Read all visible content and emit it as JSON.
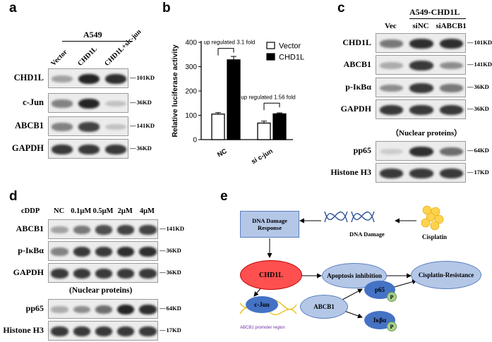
{
  "panel_a": {
    "letter": "a",
    "group": "A549",
    "columns": [
      "Vector",
      "CHD1L",
      "CHD1L+sic-jun"
    ],
    "rows": [
      {
        "label": "CHD1L",
        "kd": "101KD",
        "intensity": [
          0.35,
          0.95,
          0.9
        ]
      },
      {
        "label": "c-Jun",
        "kd": "36KD",
        "intensity": [
          0.5,
          0.95,
          0.2
        ]
      },
      {
        "label": "ABCB1",
        "kd": "141KD",
        "intensity": [
          0.5,
          0.8,
          0.2
        ]
      },
      {
        "label": "GAPDH",
        "kd": "36KD",
        "intensity": [
          0.85,
          0.85,
          0.85
        ]
      }
    ]
  },
  "panel_b": {
    "letter": "b",
    "ann1": "up regulated 3.1 fold",
    "ann2": "up regulated 1.56 fold"
  },
  "chart_data": {
    "type": "bar",
    "categories": [
      "NC",
      "si c-jun"
    ],
    "series": [
      {
        "name": "Vector",
        "values": [
          105,
          68
        ],
        "errors": [
          6,
          8
        ],
        "color": "#ffffff"
      },
      {
        "name": "CHD1L",
        "values": [
          328,
          106
        ],
        "errors": [
          14,
          4
        ],
        "color": "#000000"
      }
    ],
    "ylabel": "Relative luciferase activity",
    "ylim": [
      0,
      400
    ],
    "yticks": [
      0,
      100,
      200,
      300,
      400
    ],
    "legend_position": "top-right"
  },
  "panel_c": {
    "letter": "c",
    "group": "A549-CHD1L",
    "columns": [
      "Vec",
      "siNC",
      "siABCB1"
    ],
    "nuclear_label": "（Nuclear proteins）",
    "rows": [
      {
        "label": "CHD1L",
        "kd": "101KD",
        "intensity": [
          0.55,
          0.9,
          0.9
        ]
      },
      {
        "label": "ABCB1",
        "kd": "141KD",
        "intensity": [
          0.3,
          0.85,
          0.45
        ]
      },
      {
        "label": "p-IκBα",
        "kd": "36KD",
        "intensity": [
          0.45,
          0.85,
          0.55
        ]
      },
      {
        "label": "GAPDH",
        "kd": "36KD",
        "intensity": [
          0.85,
          0.85,
          0.85
        ]
      },
      {
        "label": "pp65",
        "kd": "64KD",
        "intensity": [
          0.15,
          0.9,
          0.6
        ]
      },
      {
        "label": "Histone H3",
        "kd": "17KD",
        "intensity": [
          0.85,
          0.85,
          0.85
        ]
      }
    ]
  },
  "panel_d": {
    "letter": "d",
    "row_header": "cDDP",
    "columns": [
      "NC",
      "0.1μM",
      "0.5μM",
      "2μM",
      "4μM"
    ],
    "nuclear_label": "(Nuclear proteins)",
    "rows": [
      {
        "label": "ABCB1",
        "kd": "141KD",
        "intensity": [
          0.35,
          0.55,
          0.75,
          0.8,
          0.8
        ]
      },
      {
        "label": "p-IκBα",
        "kd": "36KD",
        "intensity": [
          0.5,
          0.85,
          0.85,
          0.9,
          0.9
        ]
      },
      {
        "label": "GAPDH",
        "kd": "36KD",
        "intensity": [
          0.85,
          0.85,
          0.85,
          0.85,
          0.85
        ]
      },
      {
        "label": "pp65",
        "kd": "64KD",
        "intensity": [
          0.3,
          0.45,
          0.6,
          0.95,
          0.9
        ]
      },
      {
        "label": "Histone H3",
        "kd": "17KD",
        "intensity": [
          0.85,
          0.85,
          0.85,
          0.85,
          0.85
        ]
      }
    ]
  },
  "panel_e": {
    "letter": "e",
    "ddr": "DNA Damage Response",
    "dna_damage": "DNA Damage",
    "cisplatin": "Cisplatin",
    "chd1l": "CHD1L",
    "apoptosis": "Apoptosis inhibition",
    "resistance": "Cisplatin-Resistance",
    "cjun": "c-Jun",
    "promoter": "ABCB1 promoter region",
    "abcb1": "ABCB1",
    "p65": "p65",
    "ikba": "Iκβα",
    "p_mark": "P",
    "colors": {
      "box": "#b4c7e7",
      "chd1l": "#ff5050",
      "ellipse": "#b4c7e7",
      "dark": "#4472c4",
      "p": "#a9d18e",
      "cisplatin": "#ffd24d",
      "dna": "#2f5597"
    }
  }
}
